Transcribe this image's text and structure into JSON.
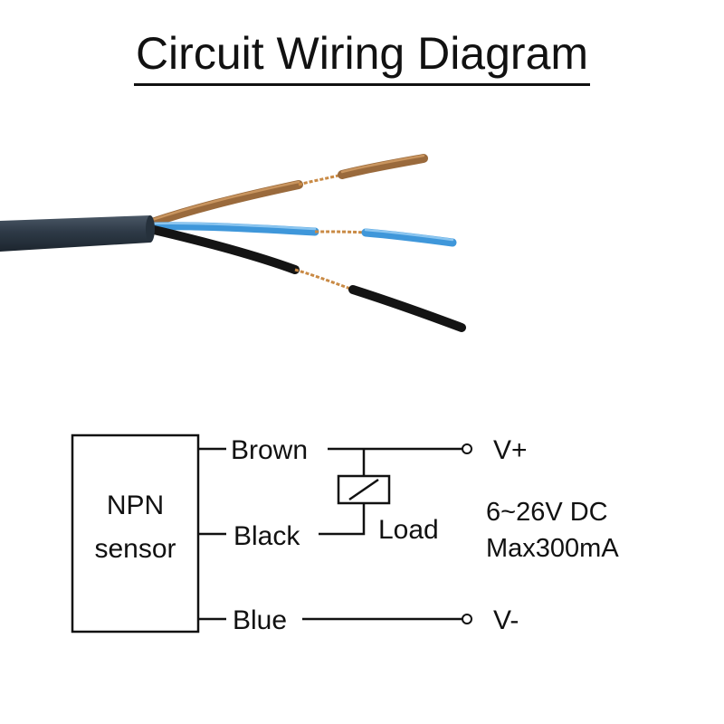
{
  "title": "Circuit Wiring Diagram",
  "sensor": {
    "line1": "NPN",
    "line2": "sensor"
  },
  "wires": {
    "brown": "Brown",
    "black": "Black",
    "blue": "Blue"
  },
  "load": "Load",
  "terminals": {
    "positive": "V+",
    "negative": "V-"
  },
  "supply": {
    "voltage": "6~26V DC",
    "current": "Max300mA"
  },
  "colors": {
    "cable_jacket": "#2e3a47",
    "brown_wire": "#9a6a3c",
    "blue_wire": "#3f97da",
    "black_wire": "#141414",
    "copper": "#c98a45",
    "line": "#111111"
  }
}
